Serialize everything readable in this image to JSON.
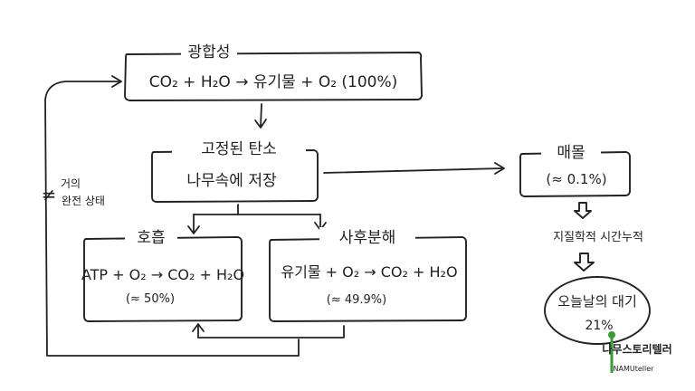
{
  "diagram": {
    "photosynthesis": {
      "title": "광합성",
      "equation": "CO₂ + H₂O → 유기물 + O₂ (100%)"
    },
    "fixed_carbon": {
      "title": "고정된 탄소",
      "subtitle": "나무속에 저장"
    },
    "respiration": {
      "title": "호흡",
      "equation": "ATP + O₂ → CO₂ + H₂O",
      "percent": "(≈ 50%)"
    },
    "decomposition": {
      "title": "사후분해",
      "equation": "유기물 + O₂ → CO₂ + H₂O",
      "percent": "(≈ 49.9%)"
    },
    "burial": {
      "title": "매몰",
      "percent": "(≈ 0.1%)"
    },
    "accumulation_note": "지질학적 시간누적",
    "atmosphere": {
      "title": "오늘날의 대기",
      "percent": "21%"
    },
    "balance_note": {
      "symbol": "≠",
      "line1": "거의",
      "line2": "완전 상태"
    },
    "logo": {
      "text": "나무스토리텔러",
      "sub": "NAMUteller"
    }
  }
}
